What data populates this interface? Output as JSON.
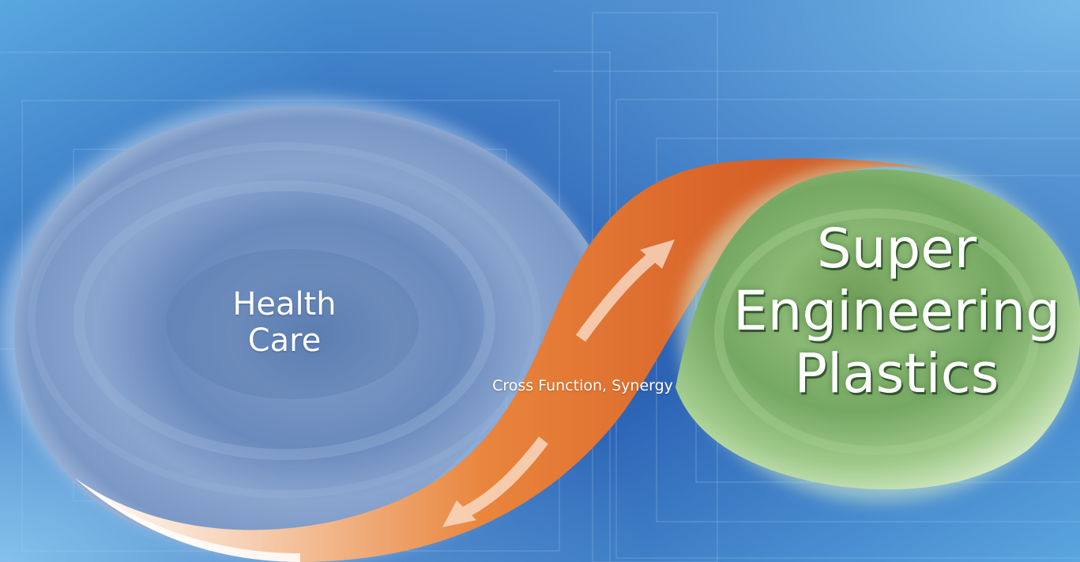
{
  "diagram": {
    "left_lobe": {
      "lines": [
        "Health",
        "Care"
      ]
    },
    "connector": {
      "text": "Cross Function, Synergy"
    },
    "right_lobe": {
      "lines": [
        "Super",
        "Engineering",
        "Plastics"
      ]
    },
    "colors": {
      "background": "#2f6fbd",
      "left_lobe": "#6d8fbf",
      "connector": "#e47a33",
      "right_lobe": "#7faf6a",
      "text": "#ffffff"
    }
  }
}
